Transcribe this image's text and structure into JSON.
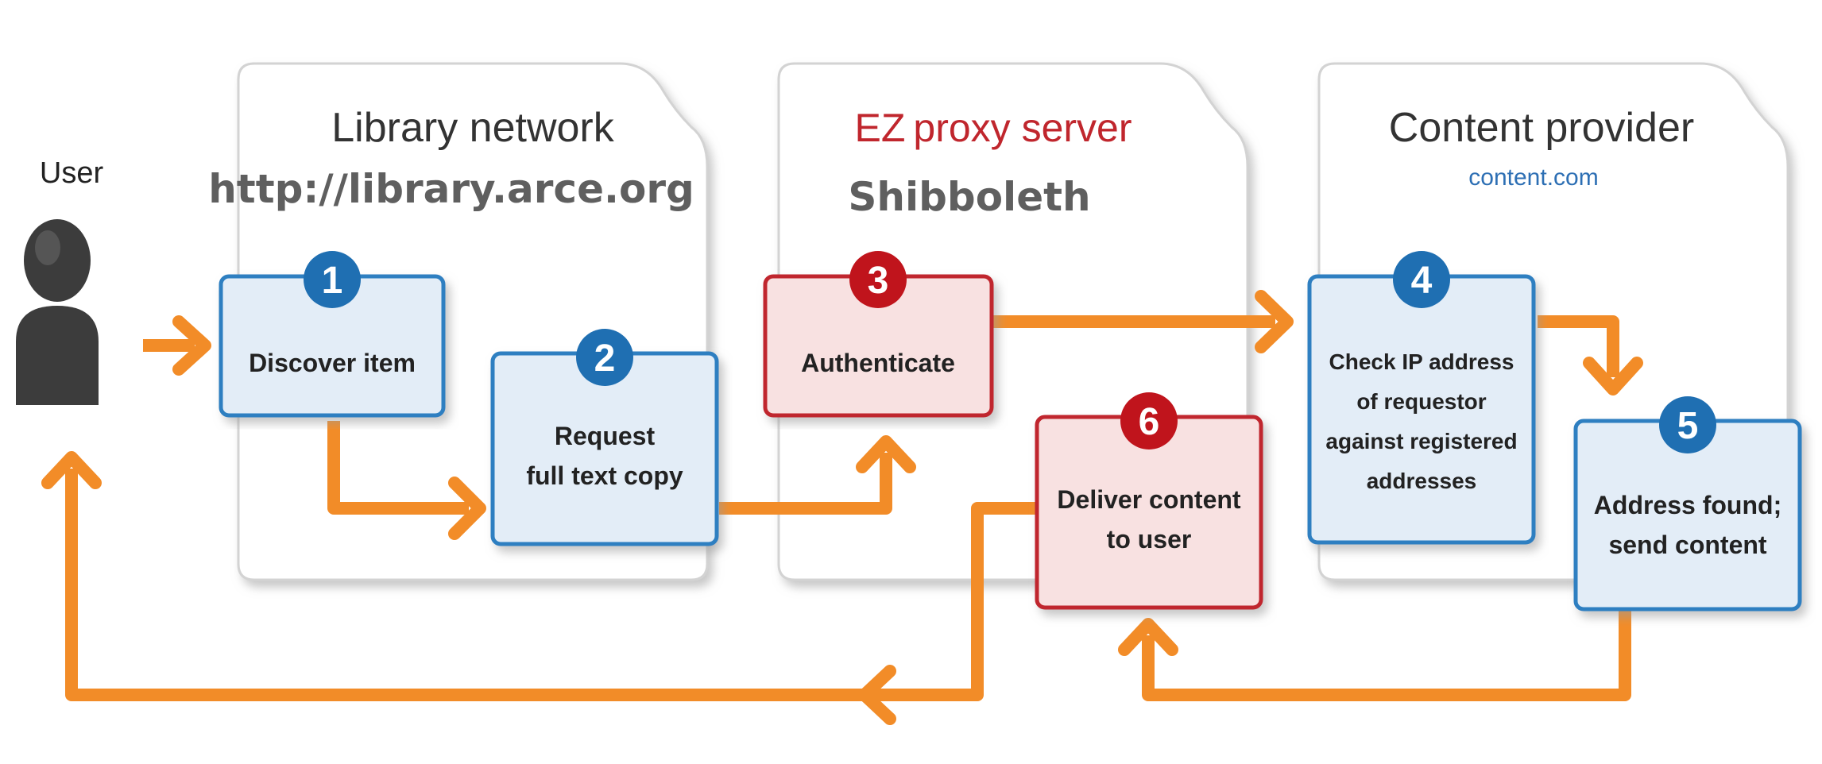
{
  "user": {
    "label": "User"
  },
  "panels": {
    "library": {
      "title": "Library network",
      "url": "http://library.arce.org"
    },
    "proxy": {
      "title_accent": "EZ",
      "title_rest": "proxy server",
      "subtitle": "Shibboleth"
    },
    "provider": {
      "title": "Content provider",
      "domain": "content.com"
    }
  },
  "steps": [
    {
      "number": "1",
      "lines": [
        "Discover item"
      ]
    },
    {
      "number": "2",
      "lines": [
        "Request",
        "full text copy"
      ]
    },
    {
      "number": "3",
      "lines": [
        "Authenticate"
      ]
    },
    {
      "number": "4",
      "lines": [
        "Check IP address",
        "of requestor",
        "against registered",
        "addresses"
      ]
    },
    {
      "number": "5",
      "lines": [
        "Address found;",
        "send content"
      ]
    },
    {
      "number": "6",
      "lines": [
        "Deliver content",
        "to user"
      ]
    }
  ],
  "colors": {
    "arrow": "#f28c28",
    "blue_border": "#2f7fc1",
    "blue_fill": "#e3edf7",
    "blue_badge": "#1f6fb2",
    "red_border": "#c0262d",
    "red_fill": "#f8e1e1",
    "red_badge": "#c0141c",
    "proxy_accent": "#c0262d"
  }
}
